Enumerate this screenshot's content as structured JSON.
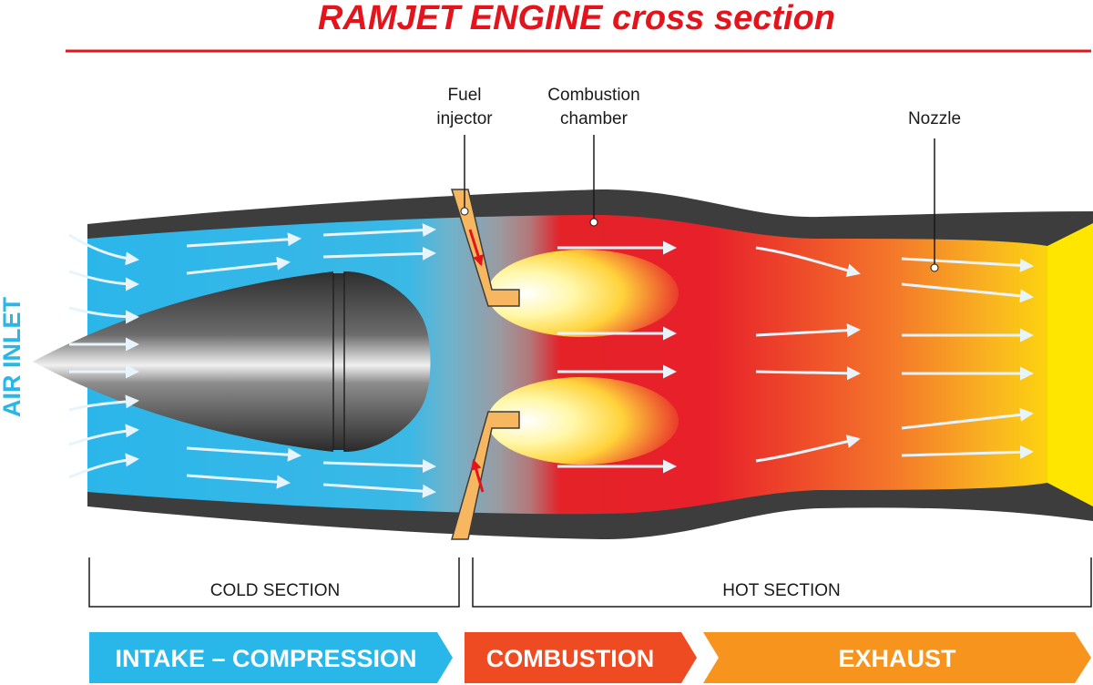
{
  "title": "RAMJET ENGINE cross section",
  "labels": {
    "fuel_injector_line1": "Fuel",
    "fuel_injector_line2": "injector",
    "combustion_chamber_line1": "Combustion",
    "combustion_chamber_line2": "chamber",
    "nozzle": "Nozzle",
    "air_inlet": "AIR INLET"
  },
  "sections": {
    "cold": "COLD SECTION",
    "hot": "HOT SECTION"
  },
  "stages": {
    "intake": "INTAKE – COMPRESSION",
    "combustion": "COMBUSTION",
    "exhaust": "EXHAUST"
  },
  "colors": {
    "title": "#e3141b",
    "intake": "#29b6e8",
    "combustion": "#ef4b23",
    "exhaust": "#f7941d",
    "cold_air": "#2bb6ea",
    "hot_gas": "#e9202a",
    "exhaust_gas": "#ffe600",
    "casing": "#3d3d3d",
    "fuel_line": "#f6b760"
  }
}
